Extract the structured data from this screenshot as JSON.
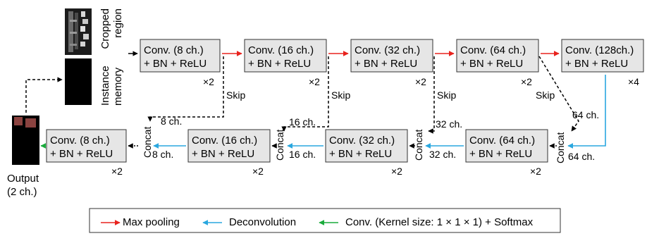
{
  "input": {
    "cropped_label_line1": "Cropped",
    "cropped_label_line2": "region",
    "memory_label_line1": "Instance",
    "memory_label_line2": "memory"
  },
  "output": {
    "label_line1": "Output",
    "label_line2": "(2 ch.)"
  },
  "encoder": [
    {
      "line1": "Conv. (8 ch.)",
      "line2": "+ BN + ReLU",
      "repeat": "×2"
    },
    {
      "line1": "Conv. (16 ch.)",
      "line2": "+ BN + ReLU",
      "repeat": "×2"
    },
    {
      "line1": "Conv. (32 ch.)",
      "line2": "+ BN + ReLU",
      "repeat": "×2"
    },
    {
      "line1": "Conv. (64 ch.)",
      "line2": "+ BN + ReLU",
      "repeat": "×2"
    },
    {
      "line1": "Conv. (128ch.)",
      "line2": "+ BN + ReLU",
      "repeat": "×4"
    }
  ],
  "decoder": [
    {
      "line1": "Conv. (8 ch.)",
      "line2": "+ BN + ReLU",
      "repeat": "×2"
    },
    {
      "line1": "Conv. (16 ch.)",
      "line2": "+ BN + ReLU",
      "repeat": "×2"
    },
    {
      "line1": "Conv. (32 ch.)",
      "line2": "+ BN + ReLU",
      "repeat": "×2"
    },
    {
      "line1": "Conv. (64 ch.)",
      "line2": "+ BN + ReLU",
      "repeat": "×2"
    }
  ],
  "skip_label": "Skip",
  "concat_label": "Concat",
  "skip_channels": [
    "8 ch.",
    "16 ch.",
    "32 ch.",
    "64 ch."
  ],
  "upsample_channels": [
    "8 ch.",
    "16 ch.",
    "32 ch.",
    "64 ch."
  ],
  "legend": {
    "max_pooling": "Max pooling",
    "deconvolution": "Deconvolution",
    "conv_softmax": "Conv. (Kernel size: 1 × 1 × 1) + Softmax"
  },
  "colors": {
    "max_pooling": "#e8231e",
    "deconvolution": "#2aa7df",
    "conv_softmax": "#1aab3c",
    "box_fill": "#e6e6e6"
  }
}
